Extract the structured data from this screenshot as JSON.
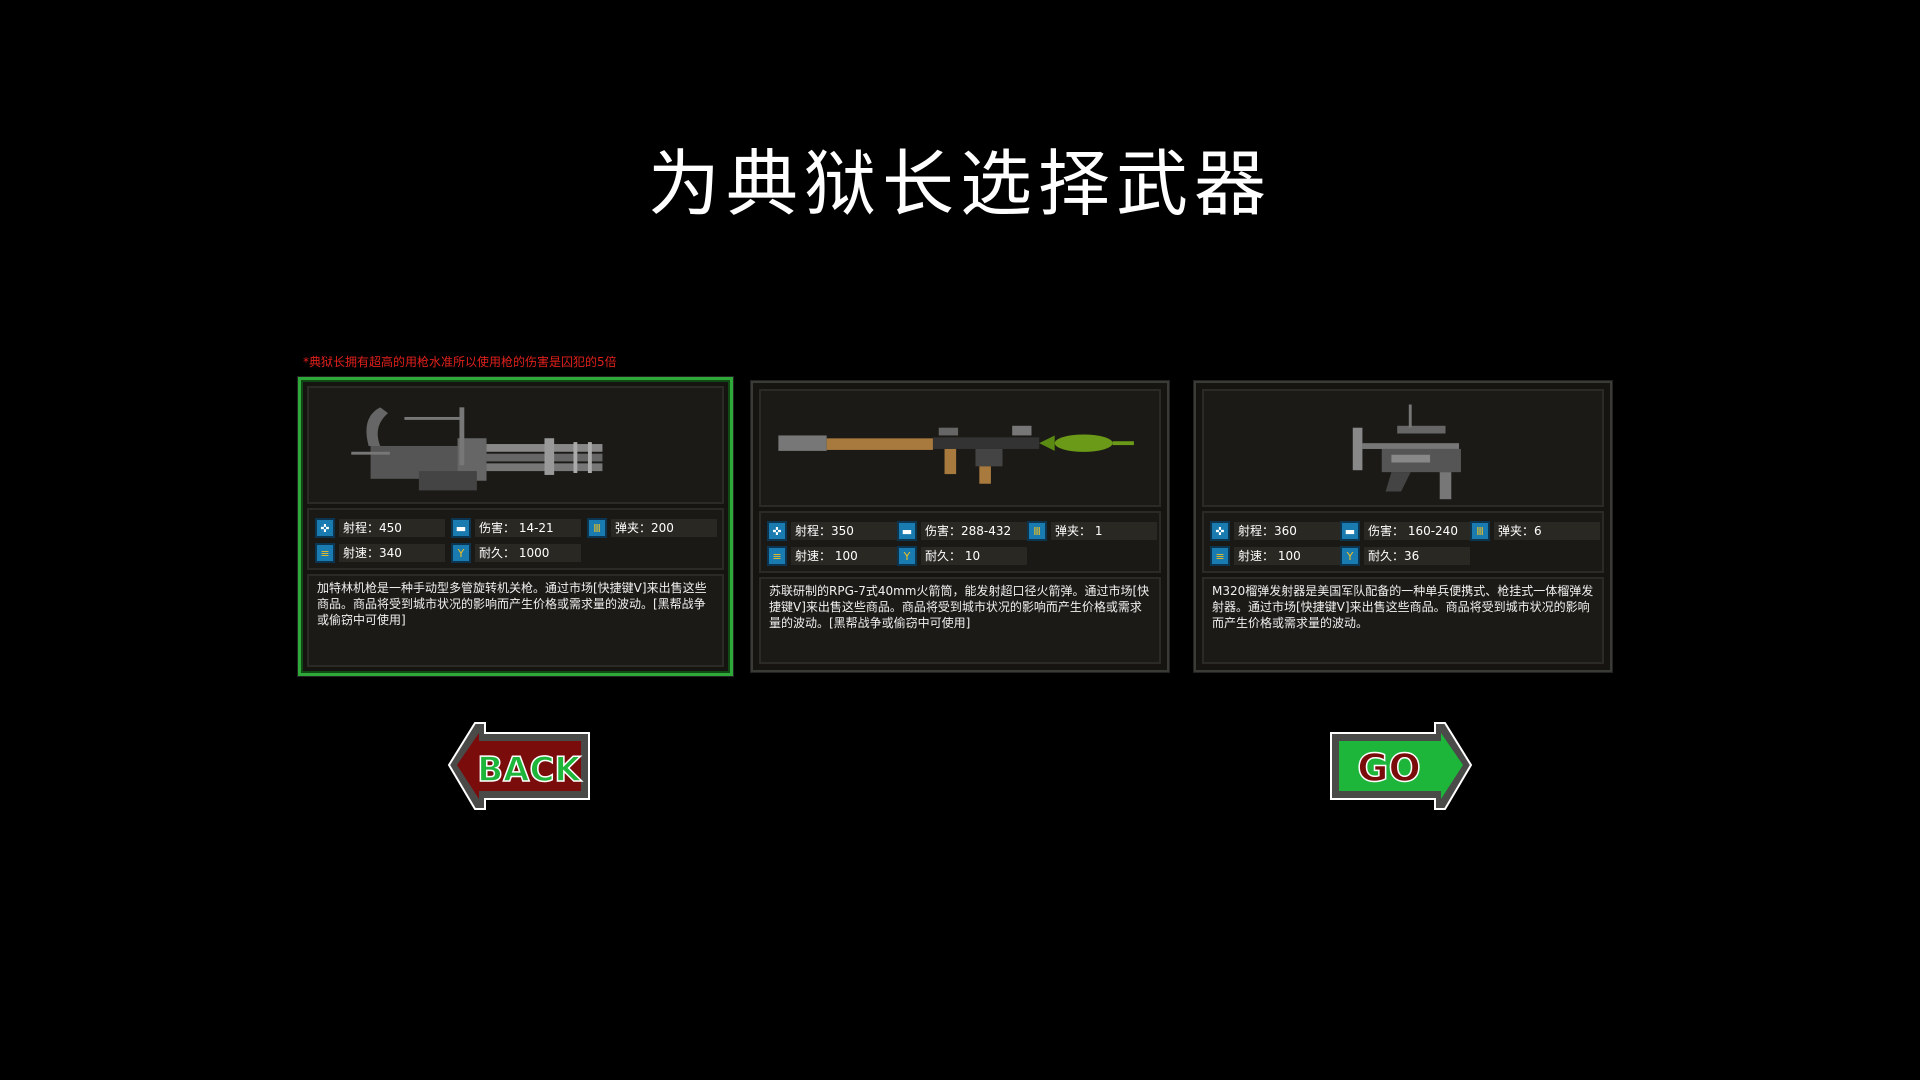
{
  "title": "为典狱长选择武器",
  "note": "*典狱长拥有超高的用枪水准所以使用枪的伤害是囚犯的5倍",
  "weapons": [
    {
      "name": "gatling",
      "selected": true,
      "range": "射程：450",
      "damage": "伤害： 14-21",
      "clip": "弹夹：200",
      "rate": "射速：340",
      "durability": "耐久： 1000",
      "desc": "加特林机枪是一种手动型多管旋转机关枪。通过市场[快捷键V]来出售这些商品。商品将受到城市状况的影响而产生价格或需求量的波动。[黑帮战争或偷窃中可使用]"
    },
    {
      "name": "rpg",
      "selected": false,
      "range": "射程：350",
      "damage": "伤害：288-432",
      "clip": "弹夹： 1",
      "rate": "射速： 100",
      "durability": "耐久： 10",
      "desc": "苏联研制的RPG-7式40mm火箭筒，能发射超口径火箭弹。通过市场[快捷键V]来出售这些商品。商品将受到城市状况的影响而产生价格或需求量的波动。[黑帮战争或偷窃中可使用]"
    },
    {
      "name": "m320",
      "selected": false,
      "range": "射程：360",
      "damage": "伤害： 160-240",
      "clip": "弹夹：6",
      "rate": "射速： 100",
      "durability": "耐久：36",
      "desc": "M320榴弹发射器是美国军队配备的一种单兵便携式、枪挂式一体榴弹发射器。通过市场[快捷键V]来出售这些商品。商品将受到城市状况的影响而产生价格或需求量的波动。"
    }
  ],
  "buttons": {
    "back": "BACK",
    "go": "GO"
  },
  "colors": {
    "selected_border": "#2fa83a",
    "note": "#e0201c",
    "back_fill": "#7a0c0c",
    "go_fill": "#1db53a"
  }
}
